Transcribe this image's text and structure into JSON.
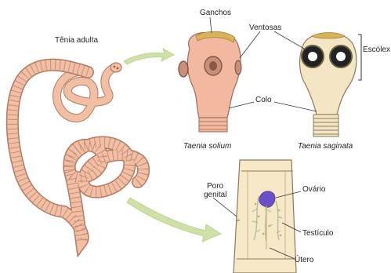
{
  "labels": {
    "adult": "Tênia adulta",
    "hooks": "Ganchos",
    "suckers": "Ventosas",
    "scolex": "Escólex",
    "neck": "Colo",
    "species_solium": "Taenia solium",
    "species_saginata": "Taenia saginata",
    "genital_pore_1": "Poro",
    "genital_pore_2": "genital",
    "ovary": "Ovário",
    "testicle": "Testículo",
    "uterus": "Útero"
  },
  "colors": {
    "worm_fill": "#f2bfa4",
    "worm_stroke": "#b07a63",
    "solium_fill": "#f2b8a0",
    "saginata_fill": "#f4e6c4",
    "hooks": "#d8b25a",
    "arrow": "#cfe0a8",
    "ovary": "#6b4fc6",
    "proglottid": "#f7e8c8"
  }
}
